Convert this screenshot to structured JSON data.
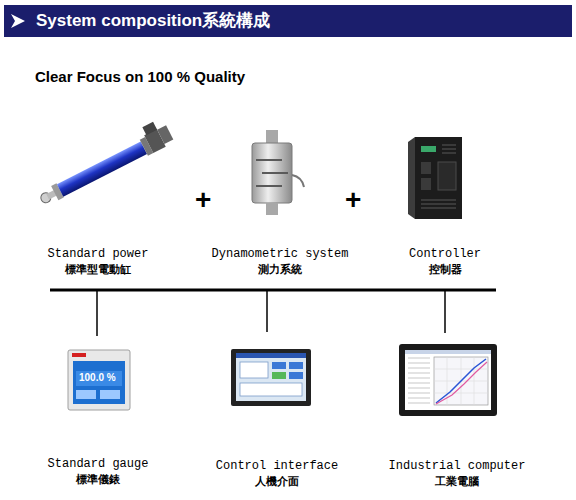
{
  "diagram": {
    "title": "System composition系統構成",
    "nodes": [
      {
        "text": [
          "Standard power",
          "標準型電動缸"
        ]
      },
      {
        "text": [
          "Dynamometric system",
          "測力系統"
        ]
      },
      {
        "text": [
          "Controller",
          "控制器"
        ]
      },
      {
        "text": [
          "Standard gauge",
          "標準儀錶"
        ]
      },
      {
        "text": [
          "Control interface",
          "人機介面"
        ]
      },
      {
        "text": [
          "Industrial computer",
          "工業電腦"
        ]
      }
    ],
    "labels": [
      "Clear Focus on 100 % Quality",
      "+",
      "+",
      "100.0 %"
    ]
  }
}
